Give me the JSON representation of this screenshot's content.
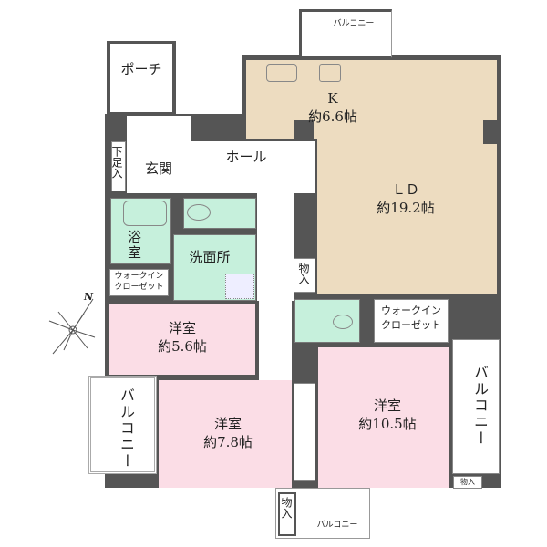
{
  "rooms": {
    "porch": "ポーチ",
    "kitchen": {
      "name": "K",
      "size": "約6.6帖"
    },
    "living_dining": {
      "name": "ＬＤ",
      "size": "約19.2帖"
    },
    "entrance": "玄関",
    "shoe_storage": "下足入",
    "hall": "ホール",
    "bath": "浴室",
    "washroom": "洗面所",
    "storage": "物入",
    "wic_left": "ウォークイン\nクローゼット",
    "wic_right": "ウォークイン\nクローゼット",
    "western_1": {
      "name": "洋室",
      "size": "約5.6帖"
    },
    "western_2": {
      "name": "洋室",
      "size": "約7.8帖"
    },
    "western_3": {
      "name": "洋室",
      "size": "約10.5帖"
    },
    "balcony_top": "バルコニー",
    "balcony_left": "バルコニー",
    "balcony_right": "バルコニー",
    "balcony_bottom": "バルコニー",
    "storage_bottom": "物入",
    "storage_right": "物入"
  },
  "compass": {
    "label": "N"
  },
  "colors": {
    "wall": "#555555",
    "ldk": "#eddcc0",
    "wet": "#c6f0dc",
    "bedroom": "#fbdde6"
  }
}
